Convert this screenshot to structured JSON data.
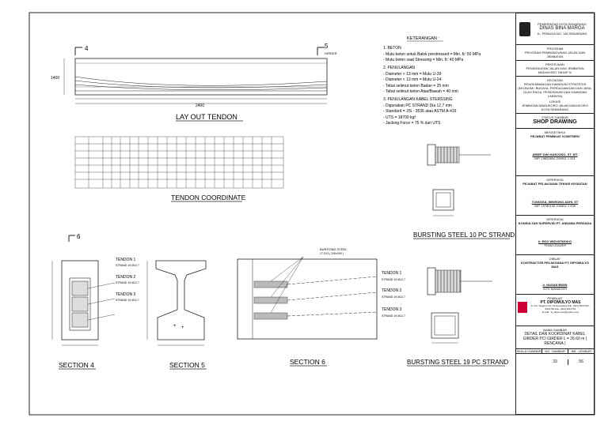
{
  "drawing": {
    "layout_title": "LAY OUT TENDON",
    "coord_title": "TENDON COORDINATE",
    "section4_title": "SECTION 4",
    "section5_title": "SECTION 5",
    "section6_title": "SECTION 6",
    "bursting10_title": "BURSTING STEEL 10 PC STRAND",
    "bursting19_title": "BURSTING STEEL 19 PC STRAND",
    "marker_4": "4",
    "marker_5": "5",
    "marker_6": "6",
    "girder_label": "GIRDER",
    "dim_1400": "1400",
    "dim_2400_total": "2400",
    "tendon_labels": [
      "TENDON 1",
      "TENDON 2",
      "TENDON 3"
    ],
    "strand_labels": [
      "STRAND 19 Ø12.7",
      "STRAND 19 Ø12.7",
      "STRAND 19 Ø12.7"
    ],
    "bursting_note": "BURSTING STEEL",
    "bursting_note2": "17 D13 ( 290x290 )"
  },
  "notes": {
    "heading": "KETERANGAN :",
    "lines": [
      "1. BETON",
      "- Mutu beton untuk Balok prestressed   = Min. fc' 50 MPa",
      "- Mutu beton saat Stressing                  = Min. fc' 40 MPa",
      "2. PENULANGAN",
      "- Diameter > 13 mm                         = Mutu U-39",
      "- Diameter < 13 mm                         = Mutu U-24",
      "- Tebal selimut beton Badan             = 25 mm",
      "- Tebal selimut beton Atas/Bawah      = 40 mm",
      "3. PENULANGAN KABEL STERSSING",
      "- Digunakan PC STRAND Dia 12.7 mm",
      "- Standard          = JIS - 3536 atau ASTM A-416",
      "- UTS                 = 18700 kgf",
      "- Jacking Force   = 75 % dari UTS"
    ]
  },
  "title_block": {
    "agency_top": "PEMERINTAH KOTA SEMARANG",
    "agency": "DINAS BINA MARGA",
    "agency_sub": "JL. PEMUDA NO. 148 SEMARANG",
    "program_label": "PROGRAM",
    "program": "PROGRAM PEMBANGUNAN JALAN DAN JEMBATAN",
    "job_label": "PEKERJAAN",
    "job": "PENINGKATAN JALAN DAN JEMBATAN MADUKORO TAHAP IV",
    "activity_label": "KEGIATAN",
    "activity": "PENGEMBANGAN KAWASAN STRATEGIS (EKONOMI, BUDAYA, PERDAGANGAN DAN JASA, OLAH RAGA, PENDIDIKAN DAN KAWASAN LAINNYA)",
    "location_label": "LOKASI",
    "location": "JEMBATAN MADUKORO JALAN MADUKORO KOTA SEMARANG",
    "status_label": "STATUS GAMBAR",
    "status": "SHOP DRAWING",
    "approve_label": "MENGETAHUI",
    "approve_role": "PEJABAT PEMBUAT KOMITMEN",
    "approve_name": "ARIEF DWI HARJONO, ST. MT",
    "approve_nip": "NIP. 19820804 200901 1 001",
    "check_label": "DIPERIKSA",
    "check_role": "PEJABAT PELAKSANA TEKNIS KEGIATAN",
    "check_name": "TUNGGUL WIKRONO ADHI, ST",
    "check_nip": "NIP. 19780105 200801 1 008",
    "super_label": "DIPERIKSA",
    "super_role": "KONSULTAN SUPERVISI PT. ANNABA PERSADA",
    "super_name": "Ir. EKO WIDYATMOKO",
    "super_title": "TEAM LEADER",
    "contr_label": "DIBUAT",
    "contr_role": "KONTRAKTOR PELAKSANA PT. DIPOMULYO MAS",
    "contr_name": "Ir. HASAN BIDIN",
    "contr_title": "SITE MANAGER",
    "maker_label": "PEMBUAT",
    "maker": "PT. DIPOMULYO MAS",
    "maker_addr": "Jl. Kol. Sugiono No. 19 Semarang Telp. (024) 8412700 - 8412762 Fax. (024) 8412701",
    "maker_email": "E-mail : pt_dipomulyo@yahoo.com",
    "drawing_name_label": "NAMA GAMBAR",
    "drawing_name": "DETAIL DAN KOORDINAT KABEL GIRDER PCI GIRDER L = 26.60 m ( RENCANA )",
    "scale_label": "SKALA GAMBAR",
    "no_label": "NO. GAMBAR",
    "sheets_label": "JML. LEMBAR",
    "scale": "",
    "no": "33",
    "sheets": "56"
  }
}
